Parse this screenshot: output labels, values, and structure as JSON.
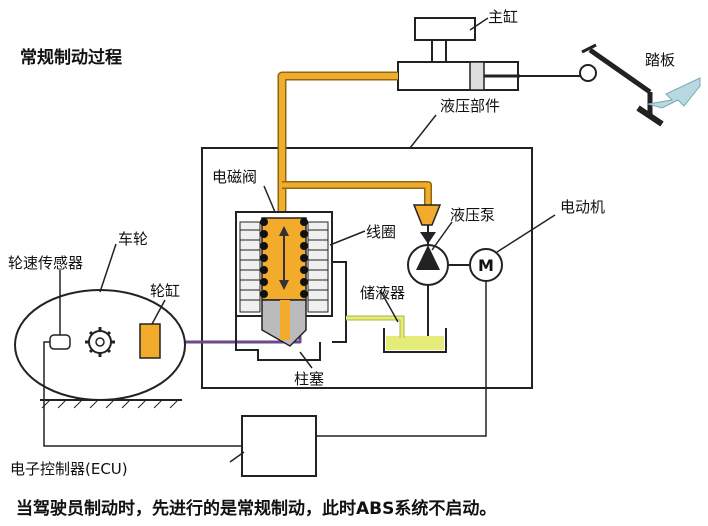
{
  "diagram": {
    "title": "常规制动过程",
    "caption": "当驾驶员制动时，先进行的是常规制动，此时ABS系统不启动。",
    "labels": {
      "master_cylinder": "主缸",
      "pedal": "踏板",
      "hydraulic_unit": "液压部件",
      "solenoid_valve": "电磁阀",
      "coil": "线圈",
      "hydraulic_pump": "液压泵",
      "motor": "电动机",
      "wheel": "车轮",
      "wheel_speed_sensor": "轮速传感器",
      "wheel_cylinder": "轮缸",
      "reservoir": "储液器",
      "plunger": "柱塞",
      "ecu": "电子控制器(ECU)",
      "motor_symbol": "M"
    }
  },
  "colors": {
    "hydraulic_line": "#f2ab2a",
    "reservoir_fluid": "#e6ec7a",
    "arrow": "#b8d8e2"
  }
}
